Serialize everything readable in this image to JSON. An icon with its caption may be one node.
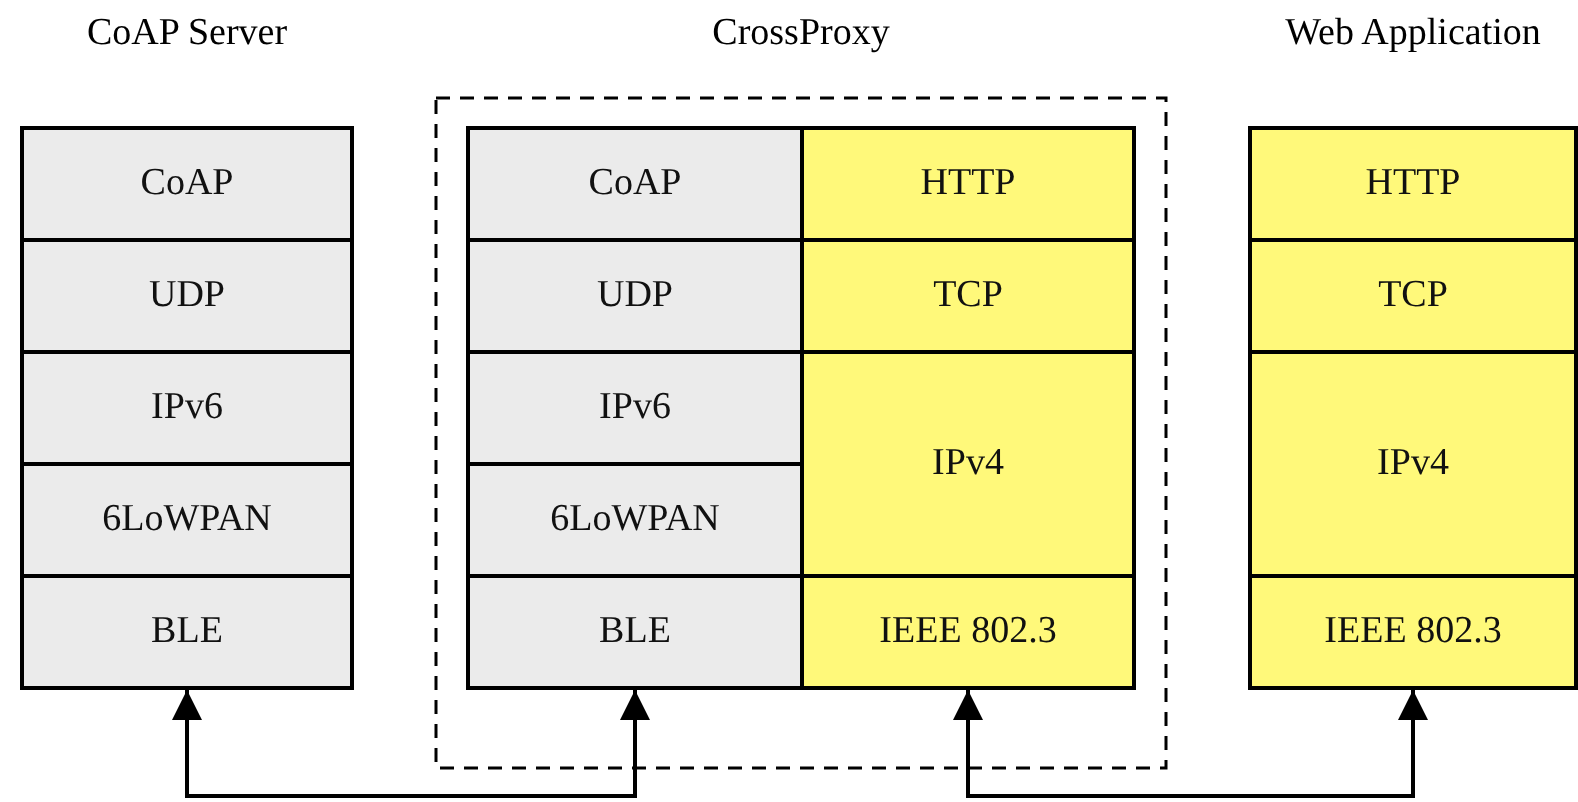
{
  "diagram": {
    "nodes": [
      {
        "text": [
          "CoAP Server"
        ]
      },
      {
        "text": [
          "CoAP"
        ],
        "in": 0
      },
      {
        "text": [
          "UDP"
        ],
        "in": 0
      },
      {
        "text": [
          "IPv6"
        ],
        "in": 0
      },
      {
        "text": [
          "6LoWPAN"
        ],
        "in": 0
      },
      {
        "text": [
          "BLE"
        ],
        "in": 0
      },
      {
        "text": [
          "CrossProxy"
        ]
      },
      {
        "text": [
          "CoAP"
        ],
        "in": 6
      },
      {
        "text": [
          "HTTP"
        ],
        "in": 6
      },
      {
        "text": [
          "UDP"
        ],
        "in": 6
      },
      {
        "text": [
          "TCP"
        ],
        "in": 6
      },
      {
        "text": [
          "IPv6"
        ],
        "in": 6
      },
      {
        "text": [
          "IPv4"
        ],
        "in": 6
      },
      {
        "text": [
          "6LoWPAN"
        ],
        "in": 6
      },
      {
        "text": [
          "BLE"
        ],
        "in": 6
      },
      {
        "text": [
          "IEEE 802.3"
        ],
        "in": 6
      },
      {
        "text": [
          "Web Application"
        ]
      },
      {
        "text": [
          "HTTP"
        ],
        "in": 16
      },
      {
        "text": [
          "TCP"
        ],
        "in": 16
      },
      {
        "text": [
          "IPv4"
        ],
        "in": 16
      },
      {
        "text": [
          "IEEE 802.3"
        ],
        "in": 16
      }
    ],
    "edges": [
      {
        "from": 5,
        "to": 14,
        "arrow": "both"
      },
      {
        "from": 15,
        "to": 20,
        "arrow": "both"
      }
    ]
  }
}
